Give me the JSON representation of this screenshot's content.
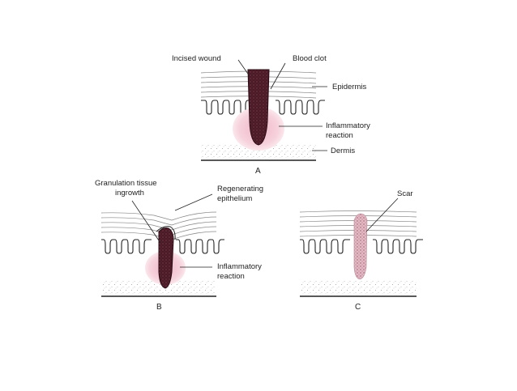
{
  "panels": {
    "a": {
      "letter": "A",
      "labels": {
        "incised_wound": "Incised wound",
        "blood_clot": "Blood clot",
        "epidermis": "Epidermis",
        "inflammatory_line1": "Inflammatory",
        "inflammatory_line2": "reaction",
        "dermis": "Dermis"
      }
    },
    "b": {
      "letter": "B",
      "labels": {
        "granulation_line1": "Granulation tissue",
        "granulation_line2": "ingrowth",
        "regenerating_line1": "Regenerating",
        "regenerating_line2": "epithelium",
        "inflammatory_line1": "Inflammatory",
        "inflammatory_line2": "reaction"
      }
    },
    "c": {
      "letter": "C",
      "labels": {
        "scar": "Scar"
      }
    }
  },
  "colors": {
    "clot": "#4a1a26",
    "inflammation": "#f3c6d3",
    "scar": "#d7a7b4",
    "ink": "#222222"
  }
}
